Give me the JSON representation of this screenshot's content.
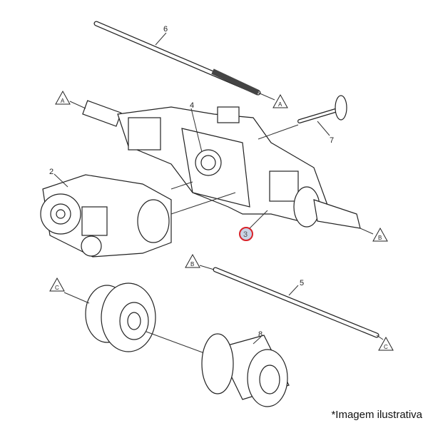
{
  "diagram": {
    "labels": {
      "shaft_upper": "6",
      "ref_a_left": "A",
      "ref_a_right": "A",
      "differential_gear": "4",
      "stud": "7",
      "differential_carrier": "2",
      "axle_housing": "3",
      "ref_b_right": "B",
      "ref_b_left": "B",
      "shaft_lower": "5",
      "ref_c_left": "C",
      "ref_c_right": "C",
      "brake_drum": "8"
    },
    "highlight_color": "#d8232a",
    "highlight_fill": "#c9d3e6"
  },
  "caption": "*Imagem ilustrativa"
}
